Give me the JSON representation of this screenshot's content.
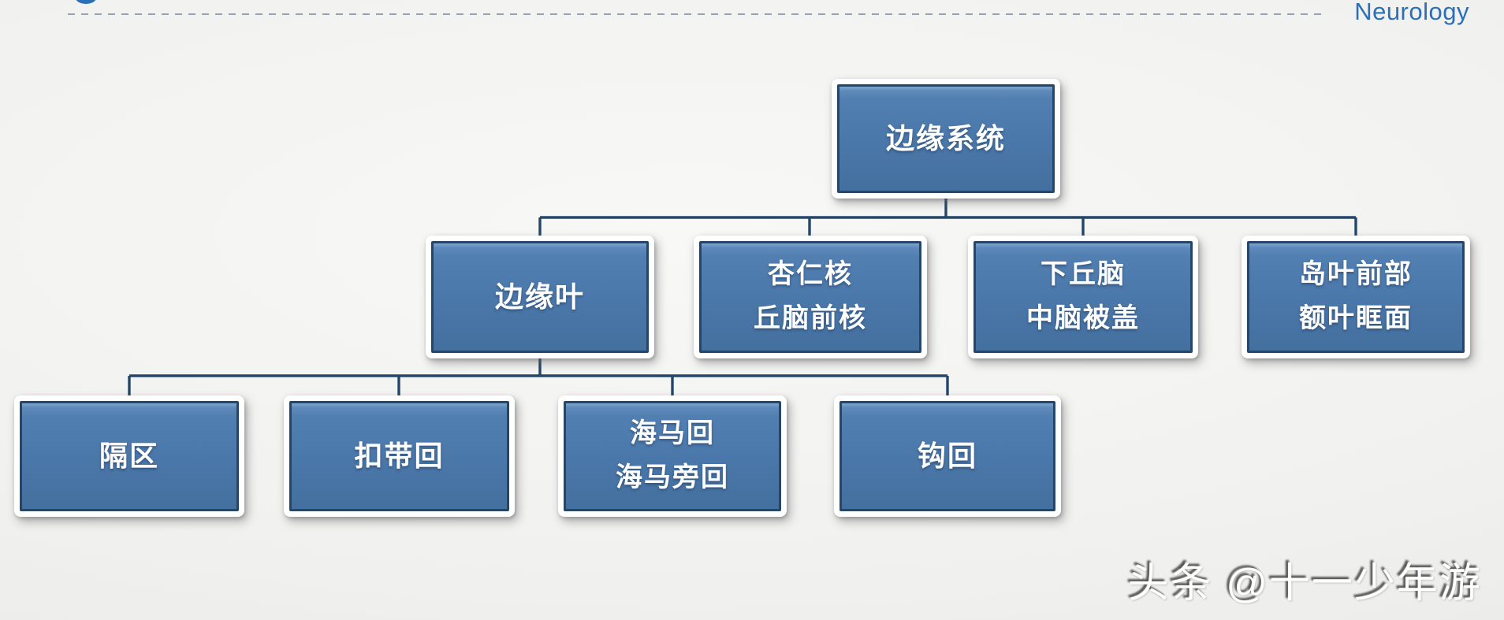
{
  "header": {
    "brand": "Neurology",
    "logo": "partial-circle-logo"
  },
  "colors": {
    "brand_color": "#2a6fb8",
    "dash_color": "#98a1b4",
    "node_fill": "#4a77a9",
    "node_border": "#24466a",
    "connector_color": "#24466a",
    "frame_color": "#ffffff"
  },
  "diagram": {
    "type": "org-chart-tree",
    "levels": [
      {
        "nodes": [
          {
            "id": "limbic-system",
            "lines": [
              "边缘系统"
            ]
          }
        ]
      },
      {
        "nodes": [
          {
            "id": "limbic-lobe",
            "lines": [
              "边缘叶"
            ]
          },
          {
            "id": "amygdala-anterior-thalamic-nucleus",
            "lines": [
              "杏仁核",
              "丘脑前核"
            ]
          },
          {
            "id": "hypothalamus-midbrain-tegmentum",
            "lines": [
              "下丘脑",
              "中脑被盖"
            ]
          },
          {
            "id": "anterior-insula-orbital-frontal",
            "lines": [
              "岛叶前部",
              "额叶眶面"
            ]
          }
        ]
      },
      {
        "nodes": [
          {
            "id": "septal-area",
            "lines": [
              "隔区"
            ]
          },
          {
            "id": "cingulate-gyrus",
            "lines": [
              "扣带回"
            ]
          },
          {
            "id": "hippocampal-parahippocampal-gyrus",
            "lines": [
              "海马回",
              "海马旁回"
            ]
          },
          {
            "id": "uncus",
            "lines": [
              "钩回"
            ]
          }
        ]
      }
    ],
    "edges": [
      [
        "limbic-system",
        "limbic-lobe"
      ],
      [
        "limbic-system",
        "amygdala-anterior-thalamic-nucleus"
      ],
      [
        "limbic-system",
        "hypothalamus-midbrain-tegmentum"
      ],
      [
        "limbic-system",
        "anterior-insula-orbital-frontal"
      ],
      [
        "limbic-lobe",
        "septal-area"
      ],
      [
        "limbic-lobe",
        "cingulate-gyrus"
      ],
      [
        "limbic-lobe",
        "hippocampal-parahippocampal-gyrus"
      ],
      [
        "limbic-lobe",
        "uncus"
      ]
    ]
  },
  "watermark": {
    "text": "头条 @十一少年游"
  }
}
